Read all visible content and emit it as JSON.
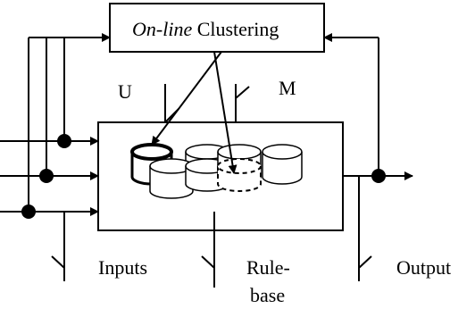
{
  "clustering": {
    "italic": "On-line",
    "rest": " Clustering"
  },
  "labels": {
    "u": "U",
    "m": "M",
    "inputs": "Inputs",
    "rulebase_1": "Rule-",
    "rulebase_2": "base",
    "output": "Output"
  }
}
